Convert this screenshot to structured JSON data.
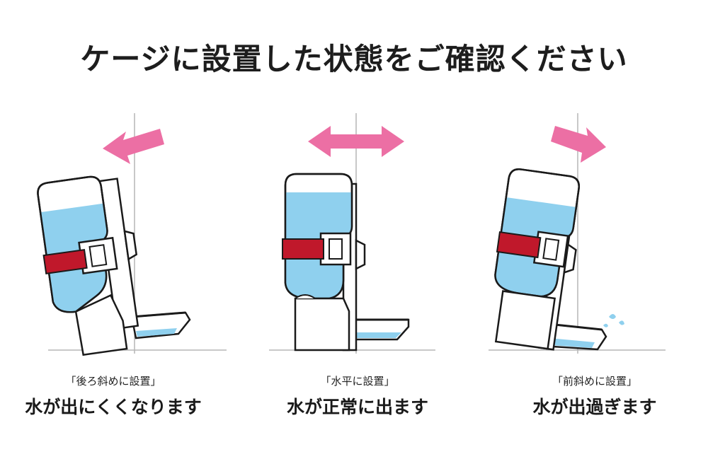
{
  "title": "ケージに設置した状態をご確認ください",
  "panels": [
    {
      "id": "tilt-back",
      "sub": "「後ろ斜めに設置」",
      "main": "水が出にくくなります",
      "arrow": "left-arrow"
    },
    {
      "id": "level",
      "sub": "「水平に設置」",
      "main": "水が正常に出ます",
      "arrow": "double-arrow"
    },
    {
      "id": "tilt-forward",
      "sub": "「前斜めに設置」",
      "main": "水が出過ぎます",
      "arrow": "right-arrow"
    }
  ],
  "colors": {
    "water": "#8fd0ee",
    "strap": "#c0182b",
    "arrow": "#ec6fa4",
    "outline": "#1a1a1a",
    "line": "#b5b5b5",
    "body": "#ffffff",
    "shade": "#e6e6e6"
  }
}
